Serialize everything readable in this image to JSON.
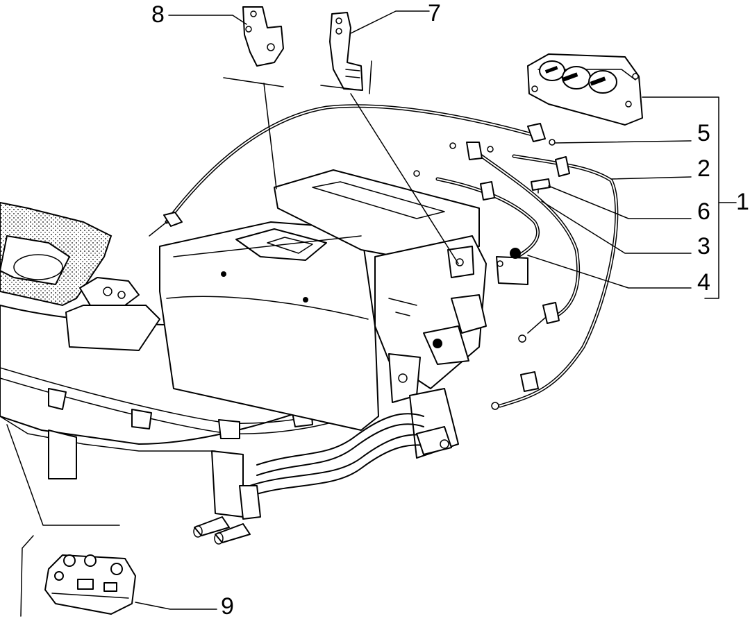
{
  "diagram": {
    "callouts": [
      {
        "id": "c8",
        "label": "8"
      },
      {
        "id": "c7",
        "label": "7"
      },
      {
        "id": "c5",
        "label": "5"
      },
      {
        "id": "c2",
        "label": "2"
      },
      {
        "id": "c6",
        "label": "6"
      },
      {
        "id": "c1",
        "label": "1"
      },
      {
        "id": "c3",
        "label": "3"
      },
      {
        "id": "c4",
        "label": "4"
      },
      {
        "id": "c9",
        "label": "9"
      }
    ]
  }
}
